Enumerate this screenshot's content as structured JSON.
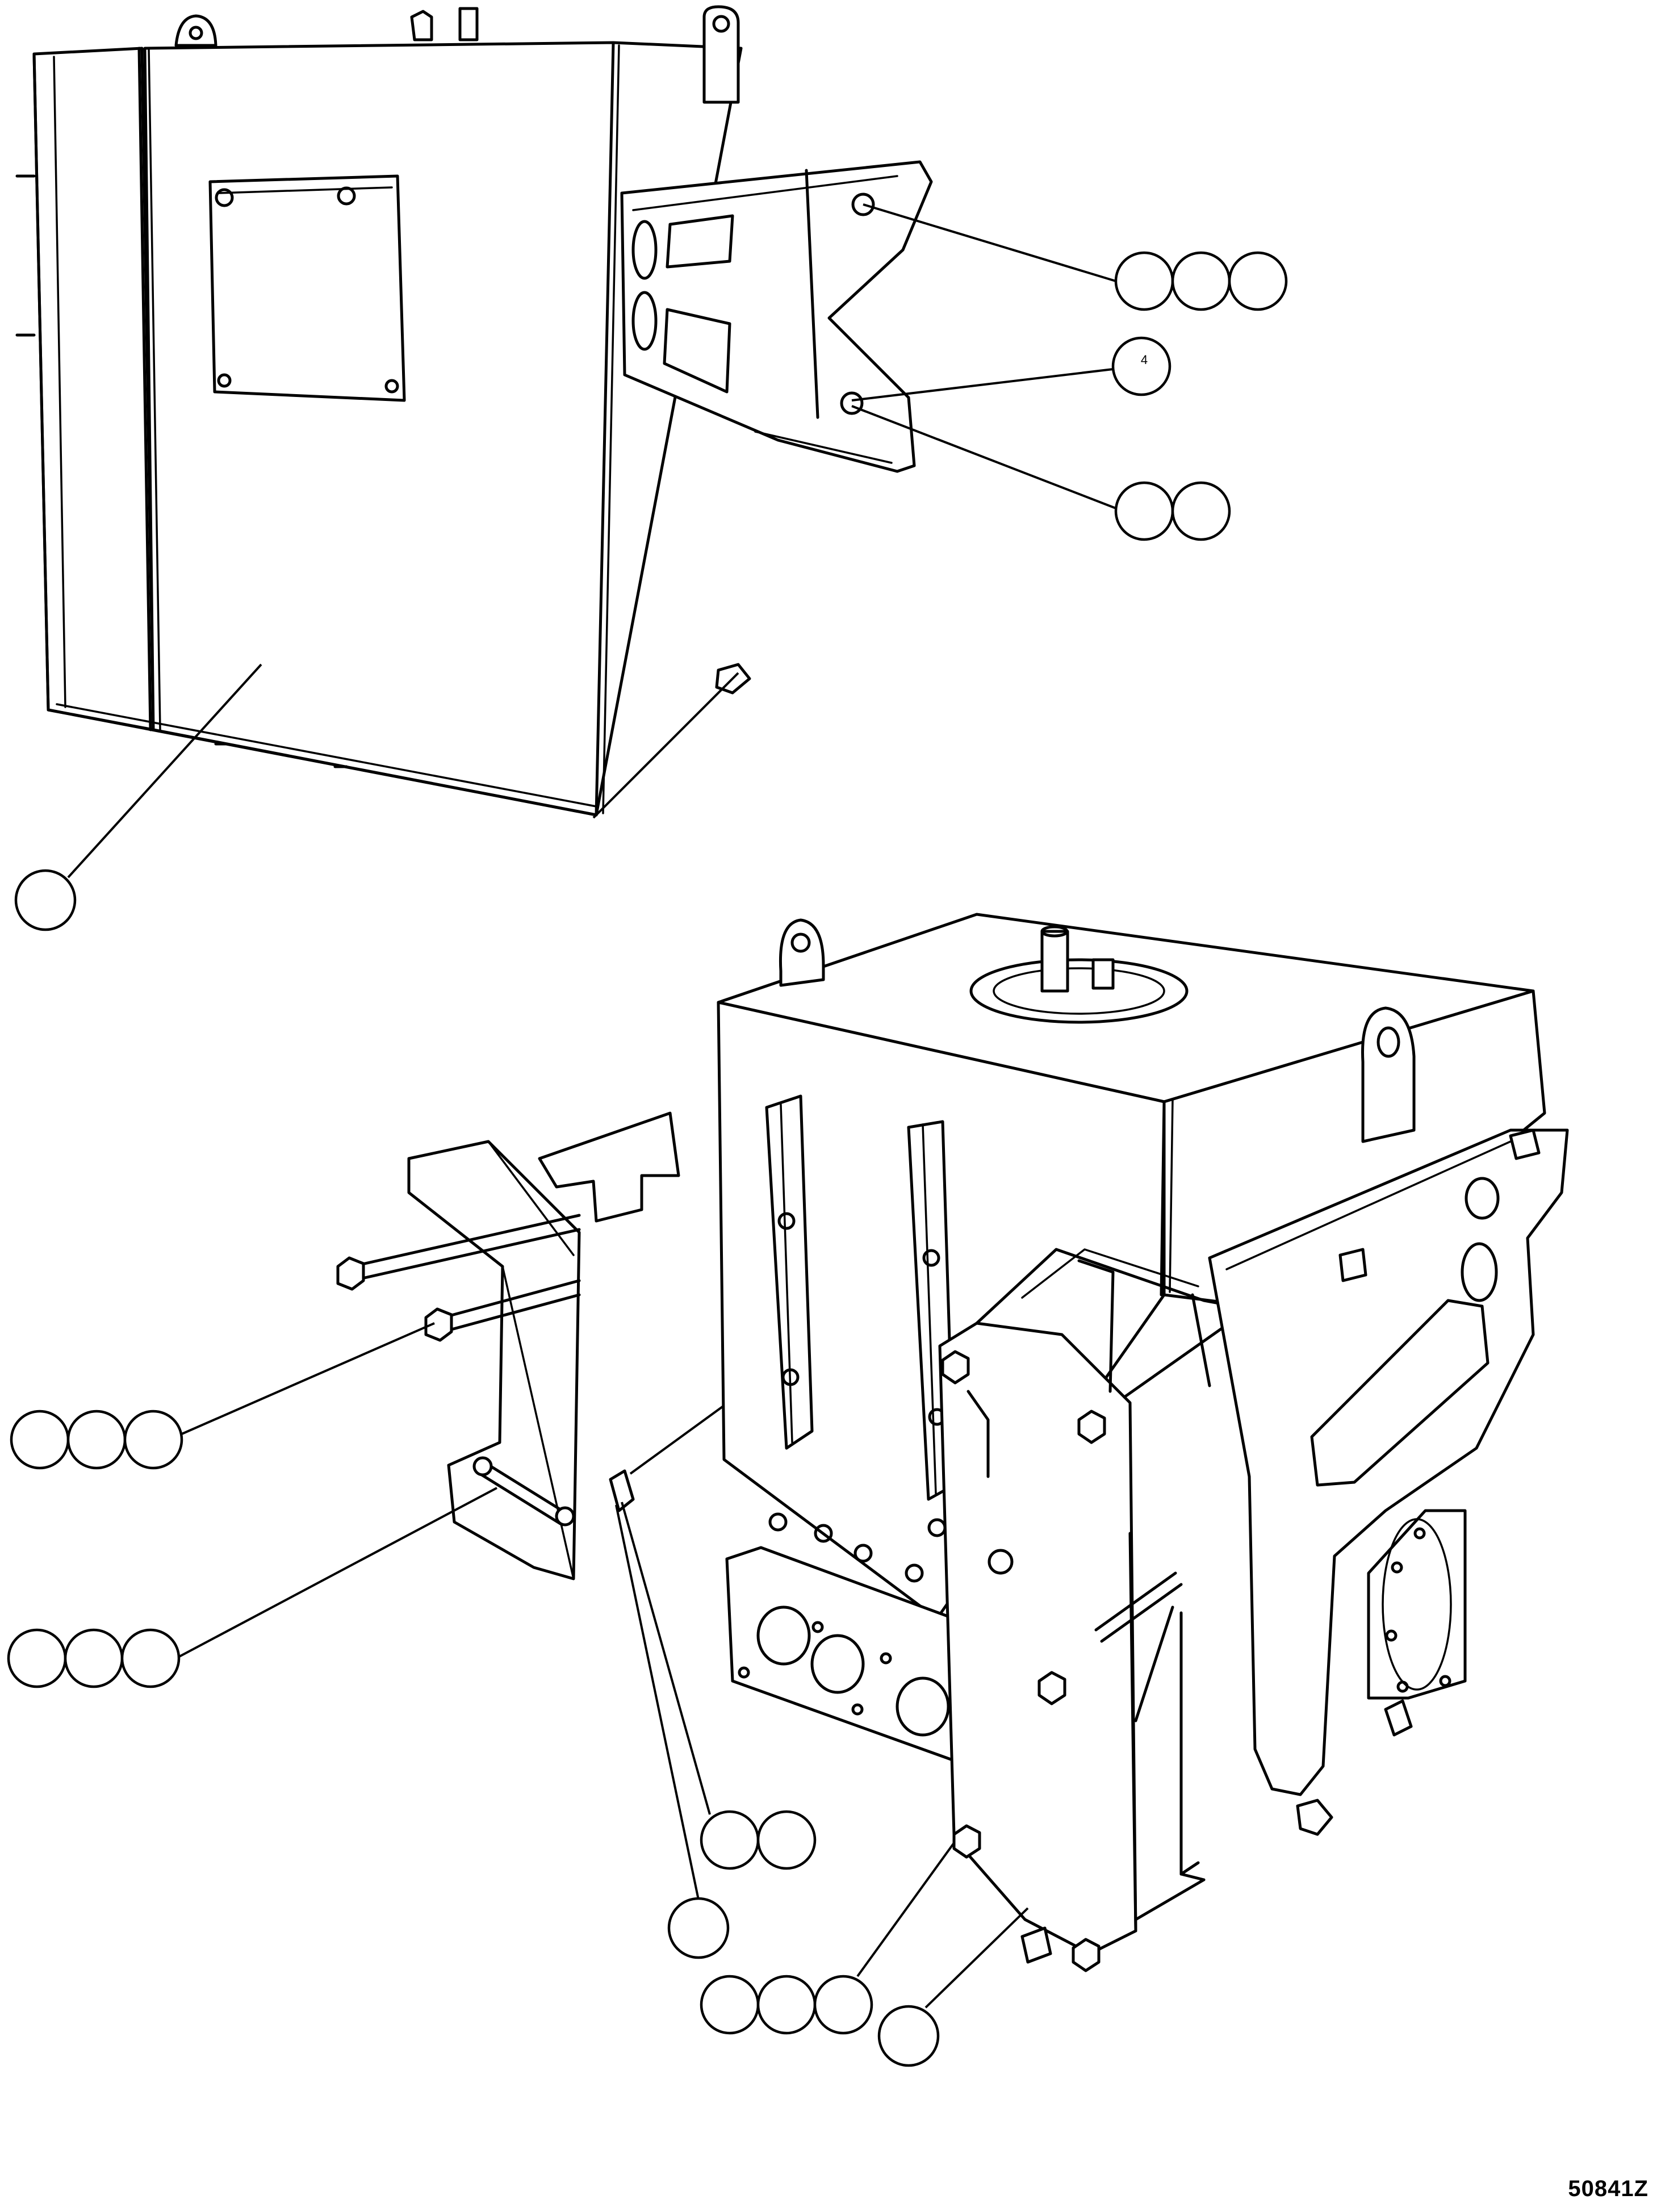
{
  "drawing_number": "50841Z",
  "balloons": [
    {
      "id": "b1",
      "label": ""
    },
    {
      "id": "b2",
      "label": ""
    },
    {
      "id": "b3",
      "label": ""
    },
    {
      "id": "b4",
      "label": "4"
    },
    {
      "id": "b5",
      "label": ""
    },
    {
      "id": "b6",
      "label": ""
    },
    {
      "id": "b7",
      "label": ""
    },
    {
      "id": "b8",
      "label": ""
    },
    {
      "id": "b9",
      "label": ""
    },
    {
      "id": "b10",
      "label": ""
    },
    {
      "id": "b11",
      "label": ""
    },
    {
      "id": "b12",
      "label": ""
    },
    {
      "id": "b13",
      "label": ""
    }
  ]
}
